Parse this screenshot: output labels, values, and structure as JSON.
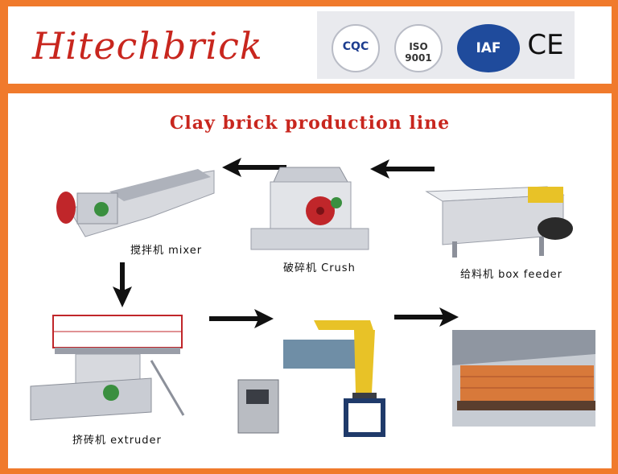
{
  "header": {
    "logo_text": "Hitechbrick",
    "certifications": [
      {
        "label": "CQC"
      },
      {
        "label": "ISO 9001"
      },
      {
        "label": "IAF"
      },
      {
        "label": "CE"
      }
    ]
  },
  "diagram": {
    "title": "Clay brick production line",
    "stages": {
      "mixer": "搅拌机 mixer",
      "crusher": "破碎机 Crush",
      "feeder": "给料机 box feeder",
      "extruder": "挤砖机 extruder"
    }
  },
  "colors": {
    "frame": "#f07a2c",
    "brand_red": "#c8261e",
    "machine_gray": "#d7d9de",
    "motor_red": "#c0262a",
    "robot_yellow": "#e8c227",
    "brick": "#d8793a"
  }
}
